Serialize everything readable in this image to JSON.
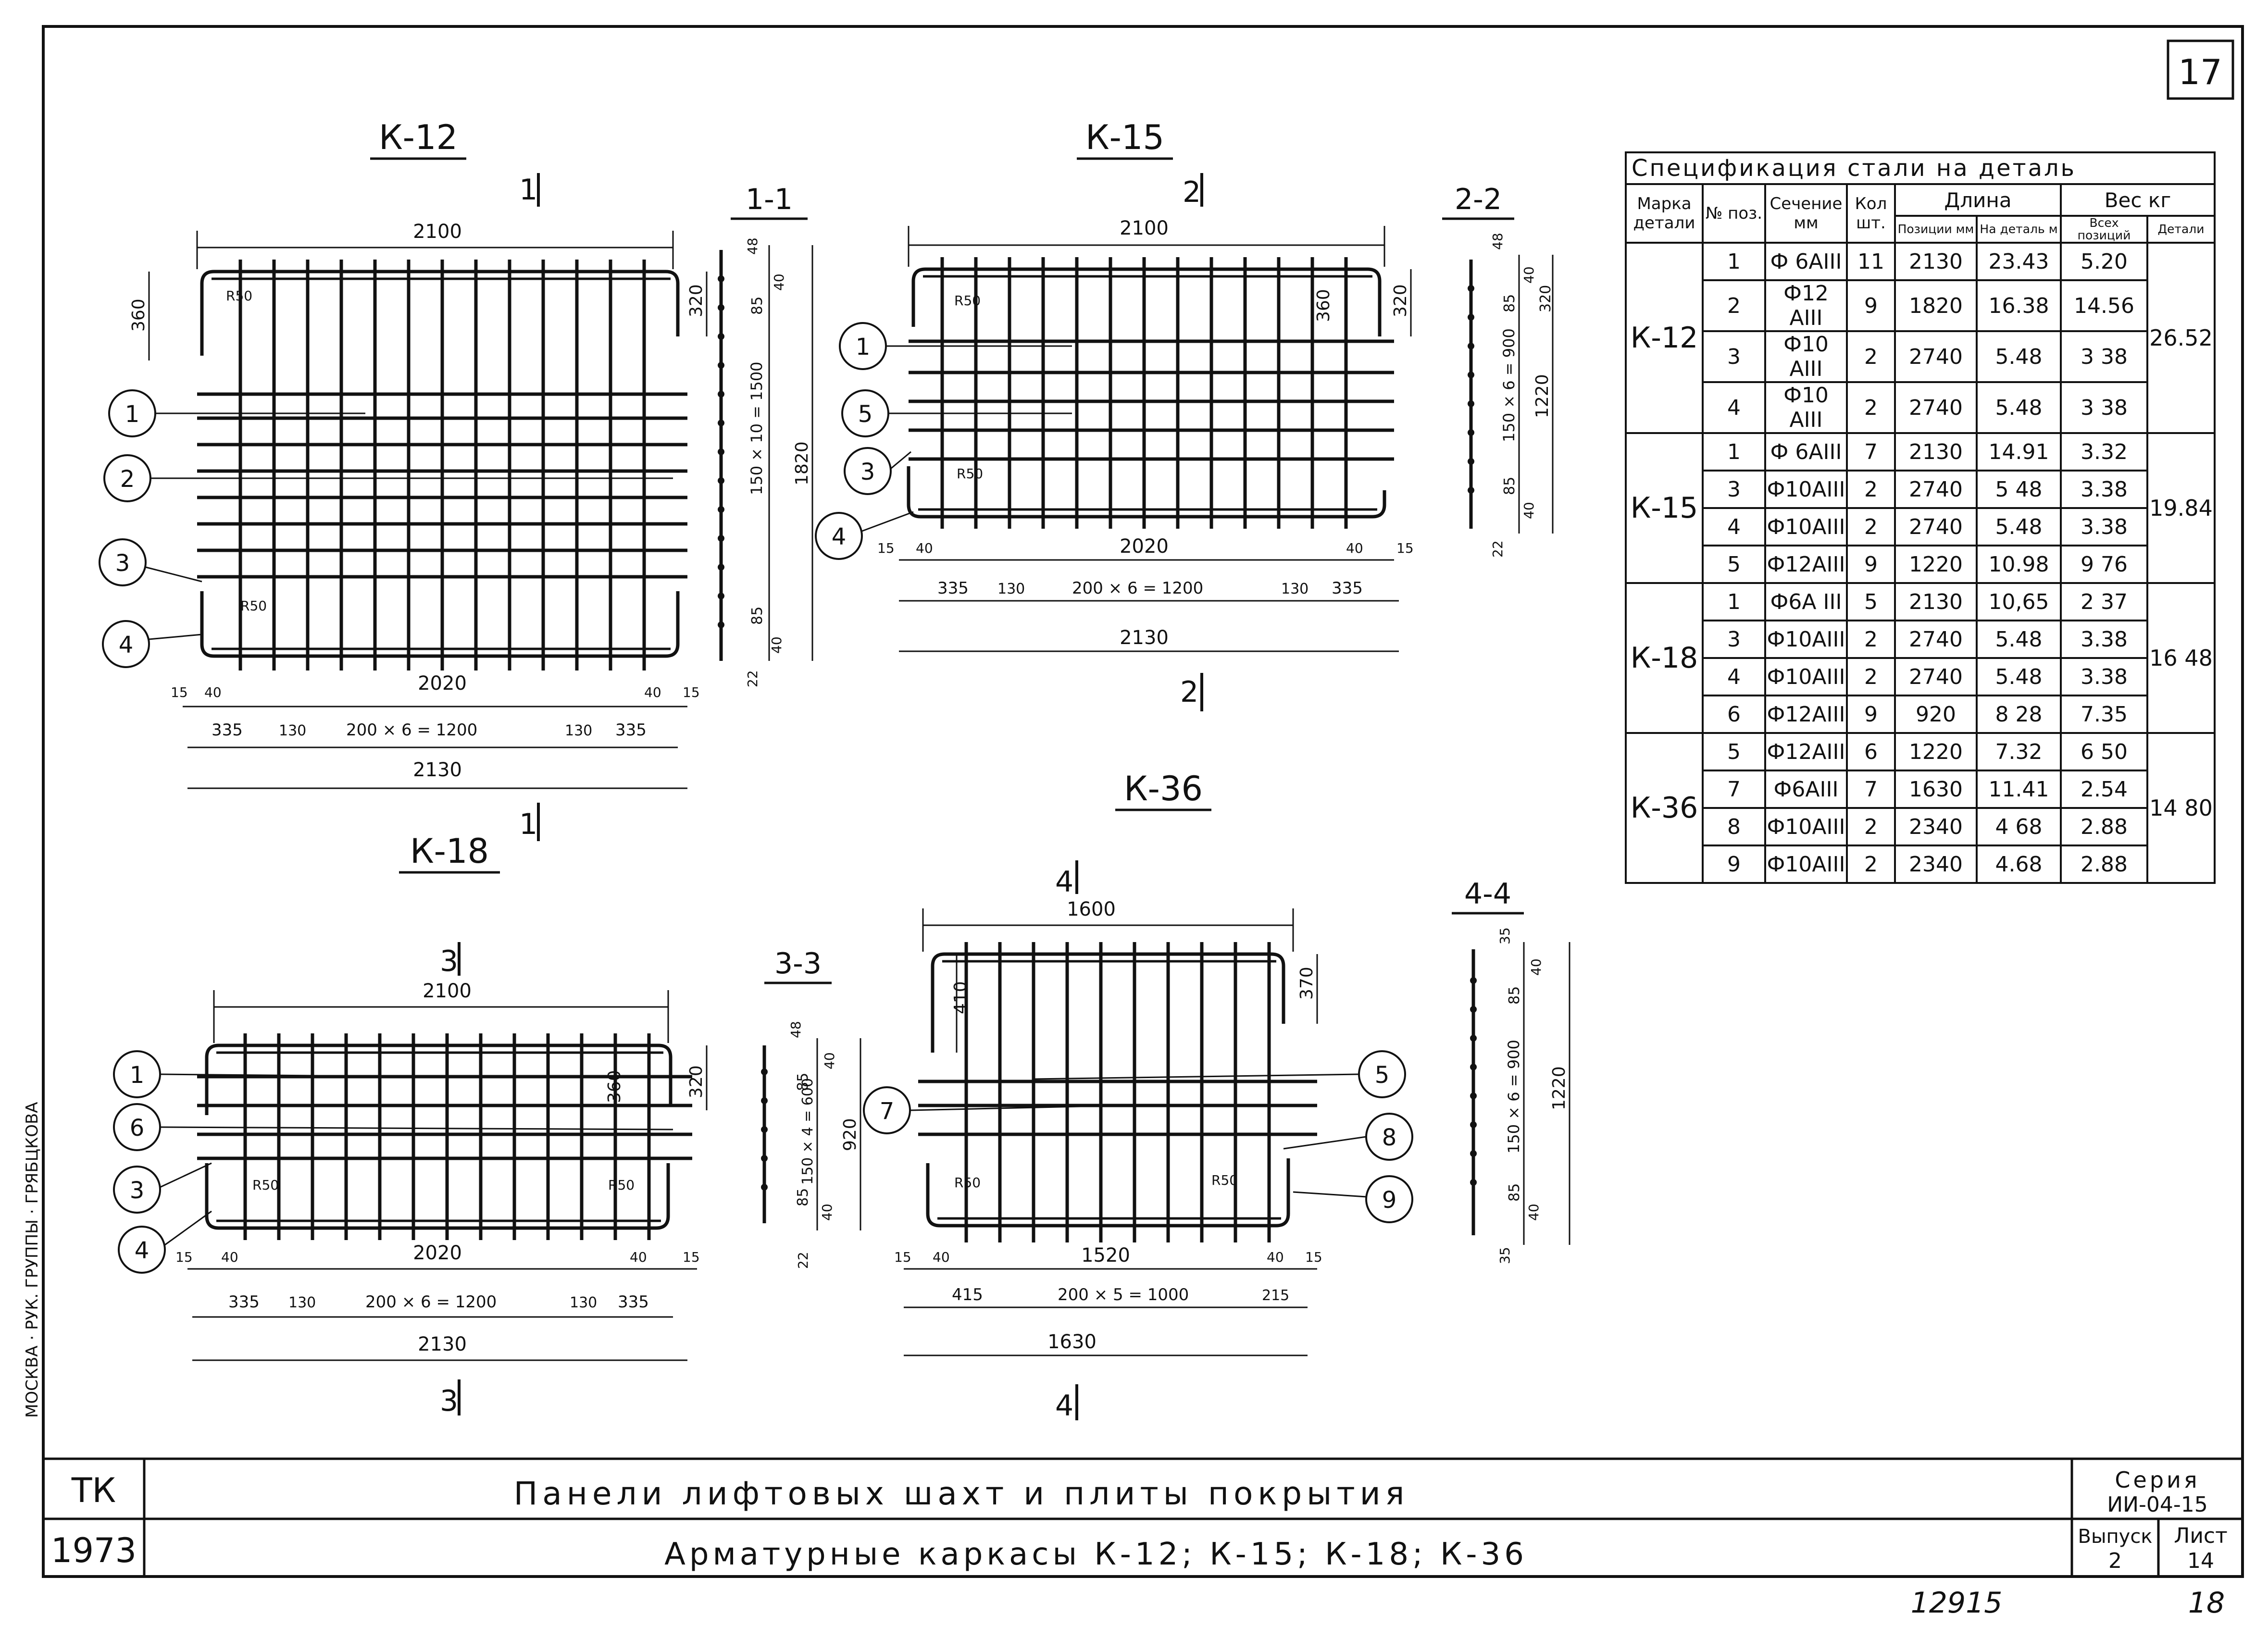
{
  "sheet": {
    "number": "17",
    "side_stamp": "МОСКВА · РУК. ГРУППЫ · ГРЯБЦКОВА",
    "bottom_mark_1": "12915",
    "bottom_mark_2": "18"
  },
  "drawings": {
    "k12": {
      "title": "К-12",
      "section_mark": "1",
      "dims": {
        "top": "2100",
        "bottom_inner": "2020",
        "bottom_total": "2130",
        "left_height": "360",
        "right_height": "320",
        "spacing": [
          "335",
          "130",
          "200 × 6 = 1200",
          "130",
          "335"
        ],
        "edge": [
          "15",
          "40",
          "40",
          "15"
        ],
        "radius_1": "R50",
        "radius_2": "R50"
      },
      "callouts": [
        "1",
        "2",
        "3",
        "4"
      ]
    },
    "sec11": {
      "title": "1-1",
      "dims": [
        "48",
        "40",
        "85",
        "150 × 10 = 1500",
        "85",
        "40",
        "22",
        "1820",
        "320"
      ]
    },
    "k15": {
      "title": "К-15",
      "section_mark": "2",
      "dims": {
        "top": "2100",
        "bottom_inner": "2020",
        "bottom_total": "2130",
        "inner_height": "360",
        "right_height": "320",
        "spacing": [
          "335",
          "130",
          "200 × 6 = 1200",
          "130",
          "335"
        ],
        "edge": [
          "15",
          "40",
          "40",
          "15"
        ],
        "radius_1": "R50",
        "radius_2": "R50"
      },
      "callouts": [
        "1",
        "5",
        "3",
        "4"
      ]
    },
    "sec22": {
      "title": "2-2",
      "dims": [
        "48",
        "40",
        "85",
        "150 × 6 = 900",
        "85",
        "40",
        "22",
        "1220",
        "320"
      ]
    },
    "k18": {
      "title": "К-18",
      "section_mark": "3",
      "dims": {
        "top": "2100",
        "bottom_inner": "2020",
        "bottom_total": "2130",
        "inner_height": "360",
        "right_height": "320",
        "spacing": [
          "335",
          "130",
          "200 × 6 = 1200",
          "130",
          "335"
        ],
        "edge": [
          "15",
          "40",
          "40",
          "15"
        ],
        "radius_1": "R50",
        "radius_2": "R50"
      },
      "callouts": [
        "1",
        "6",
        "3",
        "4"
      ]
    },
    "sec33": {
      "title": "3-3",
      "dims": [
        "48",
        "40",
        "85",
        "150 × 4 = 600",
        "85",
        "40",
        "22",
        "920"
      ]
    },
    "k36": {
      "title": "К-36",
      "section_mark": "4",
      "dims": {
        "top": "1600",
        "bottom_inner": "1520",
        "bottom_total": "1630",
        "left_height": "410",
        "right_height": "370",
        "spacing": [
          "415",
          "200 × 5 = 1000",
          "215"
        ],
        "edge": [
          "15",
          "40",
          "40",
          "15"
        ],
        "radius_1": "R50",
        "radius_2": "R50"
      },
      "callouts": [
        "7",
        "5",
        "8",
        "9"
      ]
    },
    "sec44": {
      "title": "4-4",
      "dims": [
        "35",
        "40",
        "85",
        "150 × 6 = 900",
        "85",
        "40",
        "35",
        "1220"
      ]
    }
  },
  "spec": {
    "caption": "Спецификация стали на деталь",
    "headers": {
      "mark": "Марка детали",
      "pos": "№ поз.",
      "section": "Сечение мм",
      "qty": "Кол шт.",
      "length": "Длина",
      "weight": "Вес кг",
      "len_pos": "Позиции мм",
      "len_det": "На деталь м",
      "w_all": "Всех позиций",
      "w_det": "Детали"
    },
    "groups": [
      {
        "mark": "К-12",
        "total": "26.52",
        "rows": [
          {
            "pos": "1",
            "section": "Ф 6АIII",
            "qty": "11",
            "len": "2130",
            "len_det": "23.43",
            "w": "5.20"
          },
          {
            "pos": "2",
            "section": "Ф12 АIII",
            "qty": "9",
            "len": "1820",
            "len_det": "16.38",
            "w": "14.56"
          },
          {
            "pos": "3",
            "section": "Ф10 АIII",
            "qty": "2",
            "len": "2740",
            "len_det": "5.48",
            "w": "3 38"
          },
          {
            "pos": "4",
            "section": "Ф10 АIII",
            "qty": "2",
            "len": "2740",
            "len_det": "5.48",
            "w": "3 38"
          }
        ]
      },
      {
        "mark": "К-15",
        "total": "19.84",
        "rows": [
          {
            "pos": "1",
            "section": "Ф 6АIII",
            "qty": "7",
            "len": "2130",
            "len_det": "14.91",
            "w": "3.32"
          },
          {
            "pos": "3",
            "section": "Ф10АIII",
            "qty": "2",
            "len": "2740",
            "len_det": "5 48",
            "w": "3.38"
          },
          {
            "pos": "4",
            "section": "Ф10АIII",
            "qty": "2",
            "len": "2740",
            "len_det": "5.48",
            "w": "3.38"
          },
          {
            "pos": "5",
            "section": "Ф12АIII",
            "qty": "9",
            "len": "1220",
            "len_det": "10.98",
            "w": "9 76"
          }
        ]
      },
      {
        "mark": "К-18",
        "total": "16 48",
        "rows": [
          {
            "pos": "1",
            "section": "Ф6А III",
            "qty": "5",
            "len": "2130",
            "len_det": "10,65",
            "w": "2 37"
          },
          {
            "pos": "3",
            "section": "Ф10АIII",
            "qty": "2",
            "len": "2740",
            "len_det": "5.48",
            "w": "3.38"
          },
          {
            "pos": "4",
            "section": "Ф10АIII",
            "qty": "2",
            "len": "2740",
            "len_det": "5.48",
            "w": "3.38"
          },
          {
            "pos": "6",
            "section": "Ф12АIII",
            "qty": "9",
            "len": "920",
            "len_det": "8 28",
            "w": "7.35"
          }
        ]
      },
      {
        "mark": "К-36",
        "total": "14 80",
        "rows": [
          {
            "pos": "5",
            "section": "Ф12АIII",
            "qty": "6",
            "len": "1220",
            "len_det": "7.32",
            "w": "6 50"
          },
          {
            "pos": "7",
            "section": "Ф6АIII",
            "qty": "7",
            "len": "1630",
            "len_det": "11.41",
            "w": "2.54"
          },
          {
            "pos": "8",
            "section": "Ф10АIII",
            "qty": "2",
            "len": "2340",
            "len_det": "4 68",
            "w": "2.88"
          },
          {
            "pos": "9",
            "section": "Ф10АIII",
            "qty": "2",
            "len": "2340",
            "len_det": "4.68",
            "w": "2.88"
          }
        ]
      }
    ]
  },
  "title_block": {
    "org": "ТК",
    "year": "1973",
    "title": "Панели лифтовых шахт и плиты покрытия",
    "subtitle": "Арматурные каркасы К-12; К-15; К-18; К-36",
    "series_label": "Серия",
    "series_value": "ИИ-04-15",
    "issue_label": "Выпуск",
    "issue_value": "2",
    "sheet_label": "Лист",
    "sheet_value": "14"
  }
}
